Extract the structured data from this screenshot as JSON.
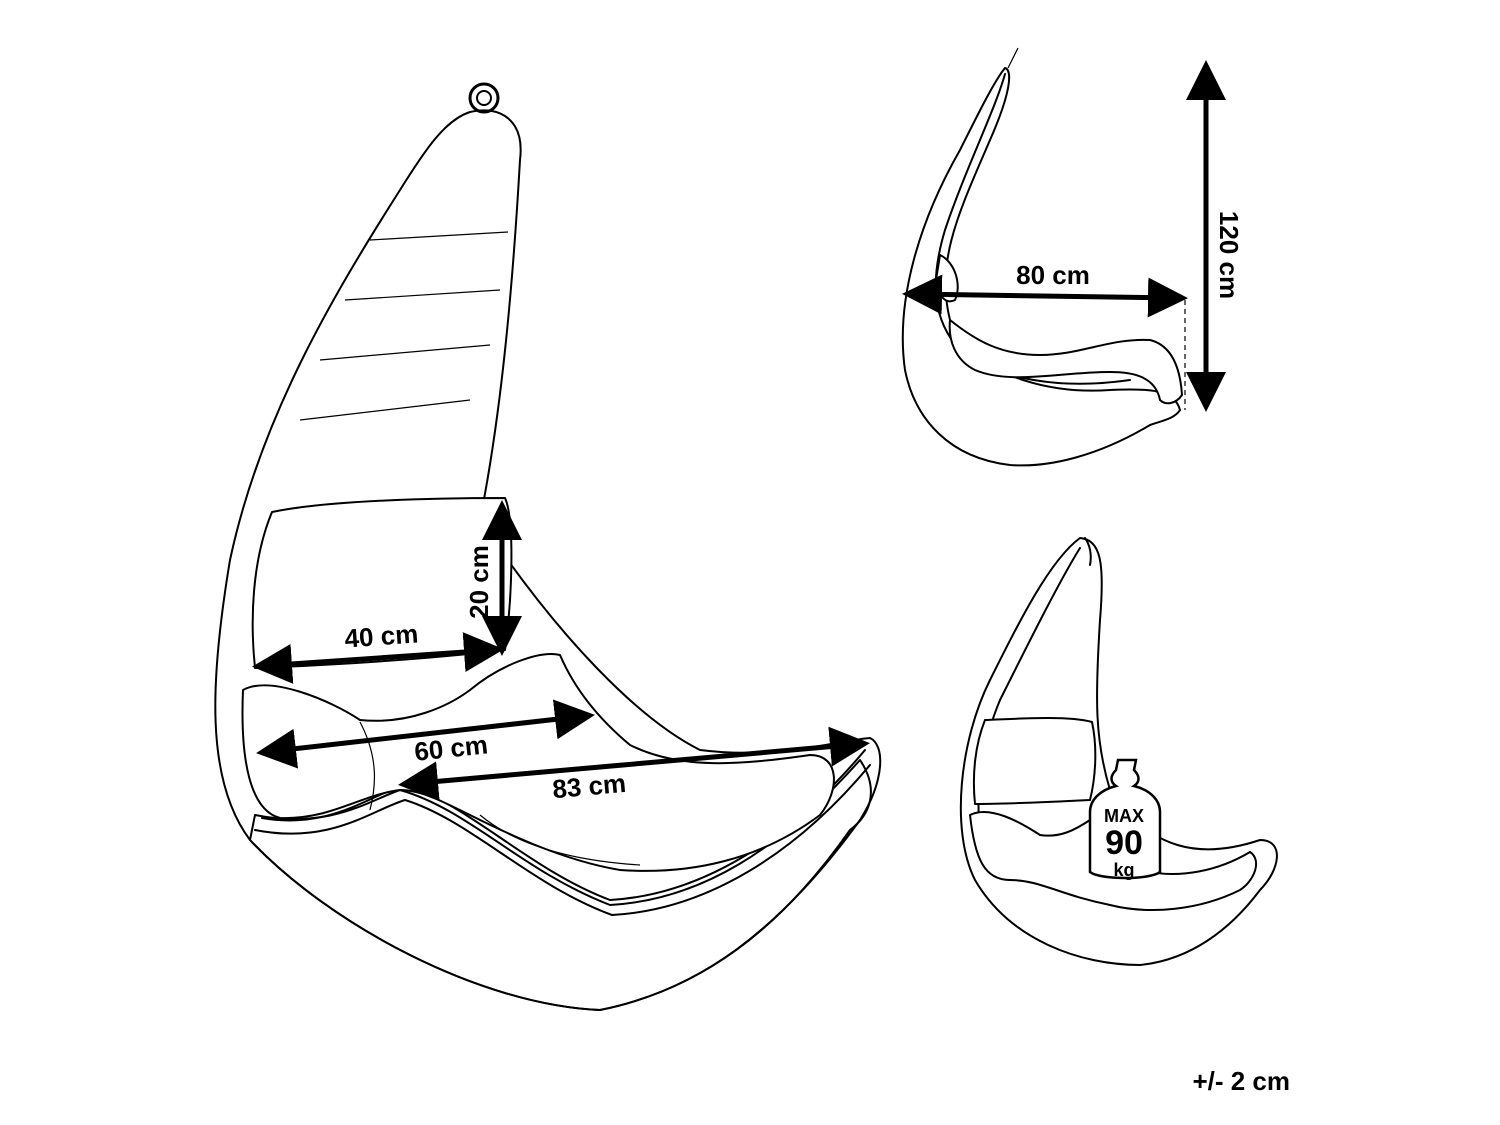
{
  "main_view": {
    "dim_40": "40 cm",
    "dim_20": "20 cm",
    "dim_60": "60 cm",
    "dim_83": "83 cm"
  },
  "side_view": {
    "dim_80": "80 cm",
    "dim_120": "120 cm"
  },
  "load_view": {
    "max_label": "MAX",
    "max_value": "90",
    "max_unit": "kg"
  },
  "tolerance": "+/- 2 cm"
}
